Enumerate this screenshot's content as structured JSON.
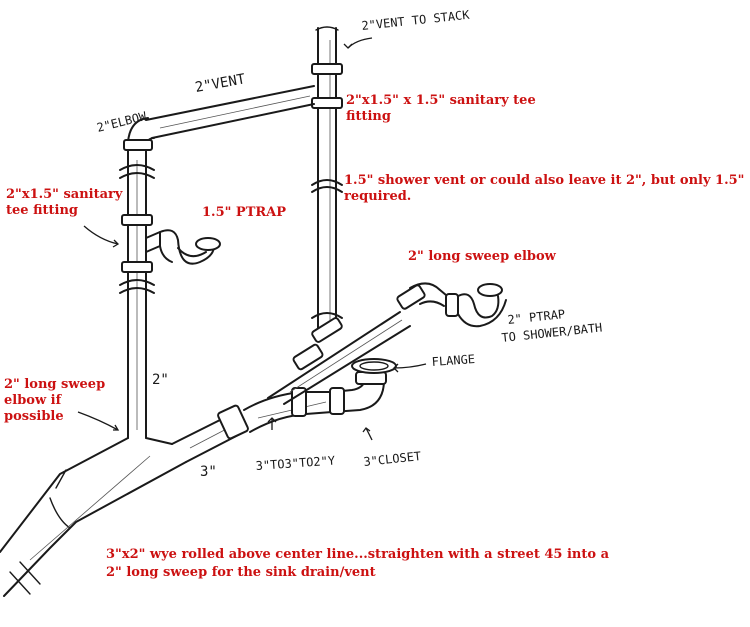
{
  "labels": {
    "vent_to_stack": "2\"VENT TO STACK",
    "vent_2in": "2\"VENT",
    "elbow_2in": "2\"ELBOW",
    "sanitary_tee_top_1": "2\"x1.5\" x 1.5\" sanitary tee",
    "sanitary_tee_top_2": "fitting",
    "shower_vent_1": "1.5\" shower vent or could also leave it 2\", but only 1.5\"",
    "shower_vent_2": "required.",
    "sanitary_tee_left_1": "2\"x1.5\" sanitary",
    "sanitary_tee_left_2": "tee fitting",
    "ptrap_15": "1.5\" PTRAP",
    "long_sweep_elbow_2in": "2\" long sweep elbow",
    "ptrap_shower_1": "2\" PTRAP",
    "ptrap_shower_2": "TO SHOWER/BATH",
    "flange": "FLANGE",
    "long_sweep_left_1": "2\" long sweep",
    "long_sweep_left_2": "elbow if",
    "long_sweep_left_3": "possible",
    "pipe_2in": "2\"",
    "pipe_3in": "3\"",
    "wye_3x3x2": "3\"TO3\"TO2\"Y",
    "closet_3in": "3\"CLOSET",
    "wye_note_1": "3\"x2\" wye rolled above center line...straighten with a street 45 into a",
    "wye_note_2": "2\" long sweep for the sink drain/vent"
  }
}
